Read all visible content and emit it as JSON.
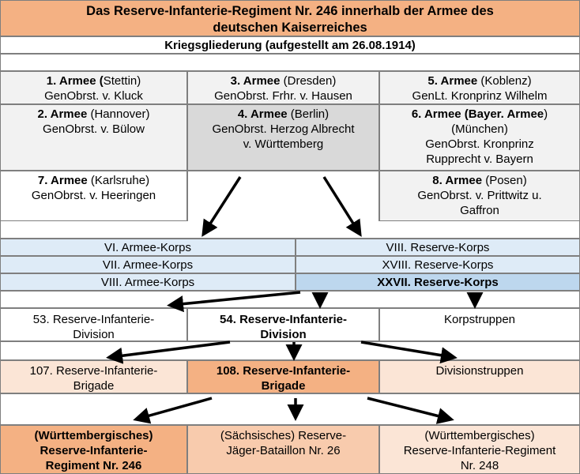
{
  "title_line1": "Das Reserve-Infanterie-Regiment Nr. 246 innerhalb der Armee des",
  "title_line2": "deutschen Kaiserreiches",
  "subtitle": "Kriegsgliederung (aufgestellt am 26.08.1914)",
  "armies": [
    {
      "name": "1. Armee (",
      "place": "Stettin)",
      "cmd": [
        "GenObrst. v. Kluck"
      ]
    },
    {
      "name": "3. Armee",
      "place": " (Dresden)",
      "cmd": [
        "GenObrst. Frhr. v. Hausen"
      ]
    },
    {
      "name": "5. Armee",
      "place": " (Koblenz)",
      "cmd": [
        "GenLt. Kronprinz Wilhelm"
      ]
    },
    {
      "name": "2. Armee",
      "place": " (Hannover)",
      "cmd": [
        "GenObrst. v. Bülow"
      ]
    },
    {
      "name": "4. Armee",
      "place": " (Berlin)",
      "cmd": [
        "GenObrst. Herzog Albrecht",
        "v. Württemberg"
      ]
    },
    {
      "name": "6. Armee (Bayer. Armee",
      "place": ")",
      "cmd": [
        "(München)",
        "GenObrst. Kronprinz",
        "Rupprecht v. Bayern"
      ]
    },
    {
      "name": "7. Armee",
      "place": " (Karlsruhe)",
      "cmd": [
        "GenObrst. v. Heeringen"
      ]
    },
    {
      "name": "8. Armee",
      "place": " (Posen)",
      "cmd": [
        "GenObrst. v. Prittwitz u.",
        "Gaffron"
      ]
    }
  ],
  "corps_left": [
    "VI. Armee-Korps",
    "VII. Armee-Korps",
    "VIII. Armee-Korps"
  ],
  "corps_right": [
    "VIII. Reserve-Korps",
    "XVIII. Reserve-Korps",
    "XXVII. Reserve-Korps"
  ],
  "divisions": [
    "53. Reserve-Infanterie-",
    "Division",
    "54. Reserve-Infanterie-",
    "Division",
    "Korpstruppen"
  ],
  "brigades": [
    "107. Reserve-Infanterie-",
    "Brigade",
    "108. Reserve-Infanterie-",
    "Brigade",
    "Divisionstruppen"
  ],
  "units": [
    "(Württembergisches)",
    "Reserve-Infanterie-",
    "Regiment Nr. 246",
    "(Sächsisches) Reserve-",
    "Jäger-Bataillon Nr. 26",
    "(Württembergisches)",
    "Reserve-Infanterie-Regiment",
    "Nr. 248"
  ]
}
